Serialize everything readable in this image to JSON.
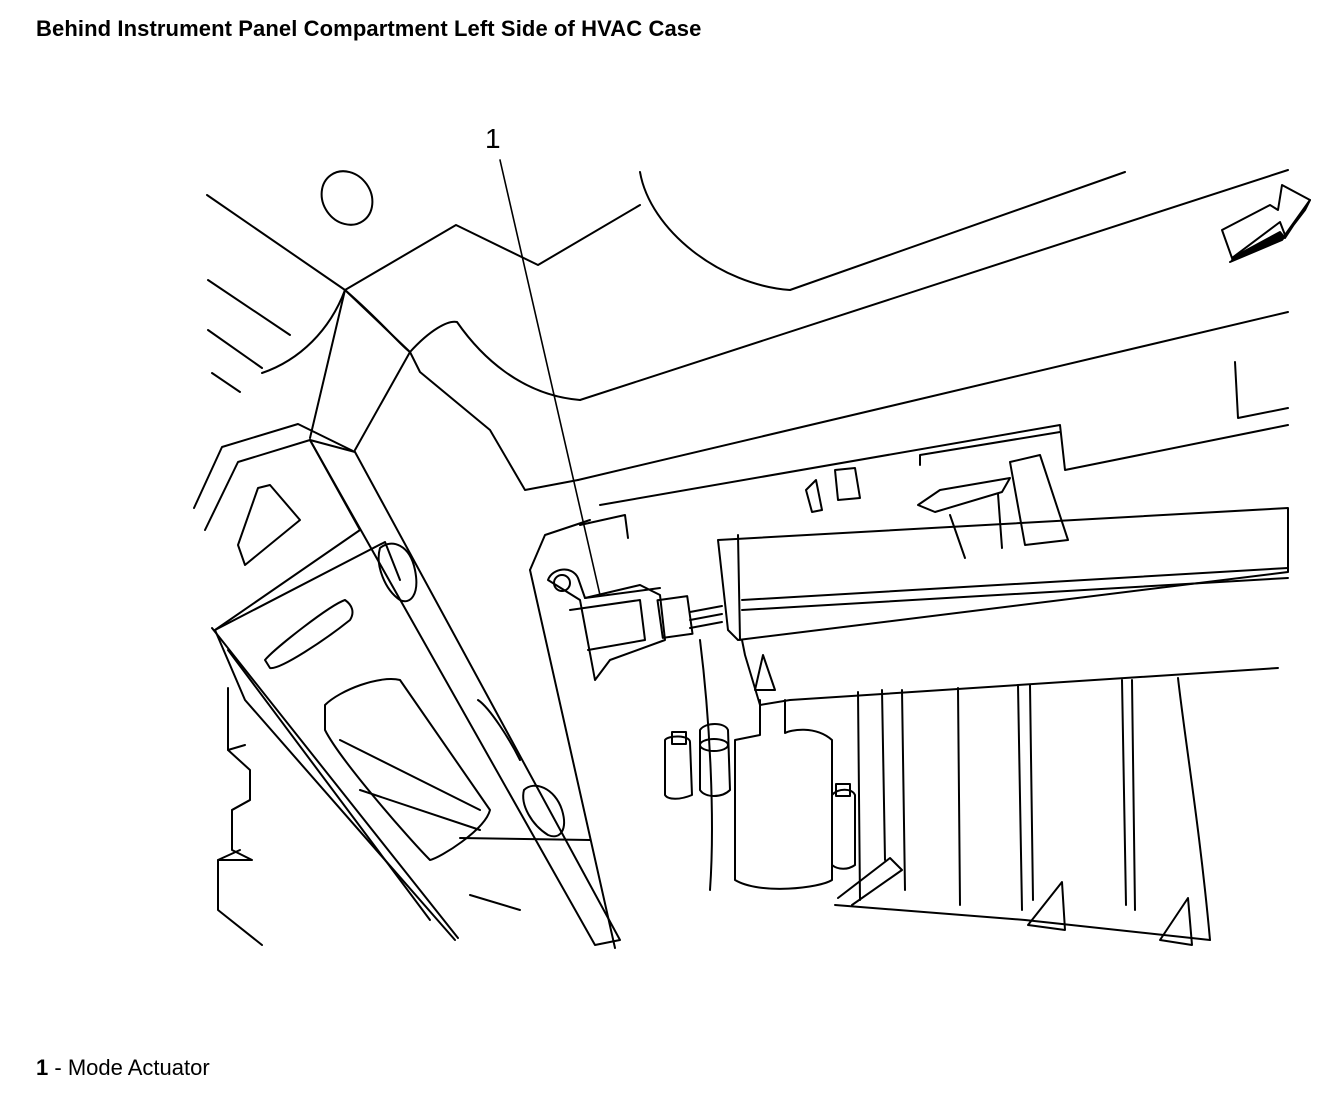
{
  "title": "Behind Instrument Panel Compartment Left Side of HVAC Case",
  "callouts": [
    {
      "number": "1"
    }
  ],
  "legend": [
    {
      "number": "1",
      "separator": " - ",
      "label": "Mode Actuator"
    }
  ],
  "icons": {
    "direction_arrow": "forward-arrow-icon"
  },
  "colors": {
    "line": "#000000",
    "background": "#ffffff"
  }
}
